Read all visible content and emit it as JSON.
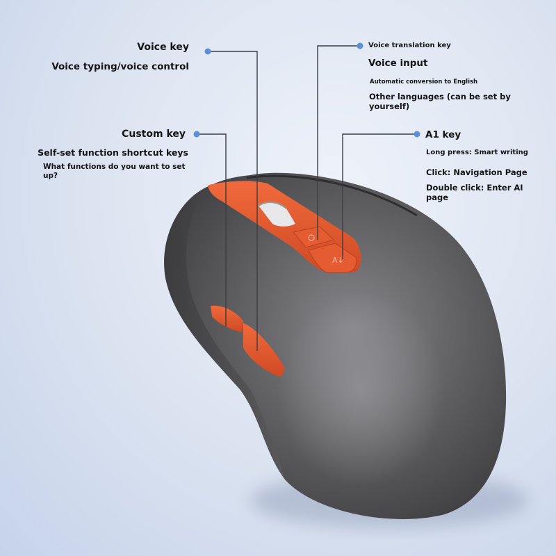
{
  "callouts": {
    "voice_key": {
      "title": "Voice key",
      "description": "Voice typing/voice control"
    },
    "custom_key": {
      "title": "Custom key",
      "description": "Self-set function shortcut keys",
      "question": "What functions do you want to set up?"
    },
    "voice_translation_key": {
      "title": "Voice translation key",
      "function": "Voice input",
      "detail": "Automatic conversion to English",
      "note": "Other languages (can be set by yourself)"
    },
    "a1_key": {
      "title": "A1 key",
      "long_press": "Long press: Smart writing",
      "click": "Click: Navigation Page",
      "double_click": "Double click: Enter AI page"
    }
  },
  "product": {
    "button_glyph_a1": "A↓",
    "colors": {
      "body": "#5a5a5c",
      "accent": "#e2562f",
      "dot": "#5b8fd6",
      "line": "#3a3d44"
    }
  }
}
